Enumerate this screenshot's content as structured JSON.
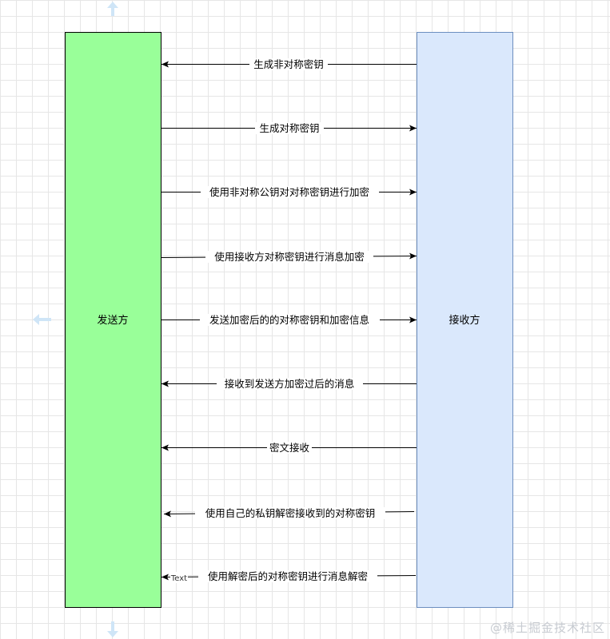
{
  "sender": {
    "label": "发送方",
    "color": "#99ff99"
  },
  "receiver": {
    "label": "接收方",
    "color": "#dae8fc"
  },
  "messages": [
    {
      "text": "生成非对称密钥",
      "direction": "to-sender"
    },
    {
      "text": "生成对称密钥",
      "direction": "to-receiver"
    },
    {
      "text": "使用非对称公钥对对称密钥进行加密",
      "direction": "to-receiver"
    },
    {
      "text": "使用接收方对称密钥进行消息加密",
      "direction": "to-receiver"
    },
    {
      "text": "发送加密后的的对称密钥和加密信息",
      "direction": "to-receiver"
    },
    {
      "text": "接收到发送方加密过后的消息",
      "direction": "to-sender"
    },
    {
      "text": "密文接收",
      "direction": "to-sender"
    },
    {
      "text": "使用自己的私钥解密接收到的对称密钥",
      "direction": "to-sender"
    },
    {
      "text": "使用解密后的对称密钥进行消息解密",
      "direction": "to-sender"
    }
  ],
  "extra_label": "Text",
  "watermark": "@稀土掘金技术社区"
}
